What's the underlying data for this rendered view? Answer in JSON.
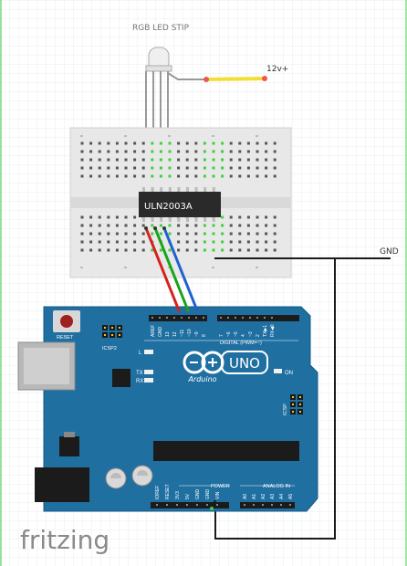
{
  "labels": {
    "led_title": "RGB LED STIP",
    "power_label": "12v+",
    "ground_label": "GND",
    "chip_label": "ULN2003A",
    "brand": "fritzing"
  },
  "arduino": {
    "name": "Arduino",
    "model": "UNO",
    "reset_label": "RESET",
    "icsp2_label": "ICSP2",
    "icsp_label": "ICSP",
    "led_l": "L",
    "led_tx": "TX",
    "led_rx": "RX",
    "on_label": "ON",
    "digital_label": "DIGITAL (PWM=~)",
    "power_header_label": "POWER",
    "analog_label": "ANALOG IN",
    "digital_pins": [
      "AREF",
      "GND",
      "13",
      "12",
      "~11",
      "~10",
      "~9",
      "8",
      "7",
      "~6",
      "~5",
      "4",
      "~3",
      "2",
      "TX▶1",
      "RX◀0"
    ],
    "power_pins": [
      "IOREF",
      "RESET",
      "3V3",
      "5V",
      "GND",
      "GND",
      "VIN"
    ],
    "analog_pins": [
      "A0",
      "A1",
      "A2",
      "A3",
      "A4",
      "A5"
    ]
  },
  "colors": {
    "background": "#ffffff",
    "grid": "#e3e8ee",
    "breadboard": "#e8e8e8",
    "board": "#1f6fa1",
    "wire_red": "#d82020",
    "wire_green": "#1aa31a",
    "wire_blue": "#2060d0",
    "wire_black": "#1a1a1a",
    "wire_yellow": "#f2df35"
  }
}
